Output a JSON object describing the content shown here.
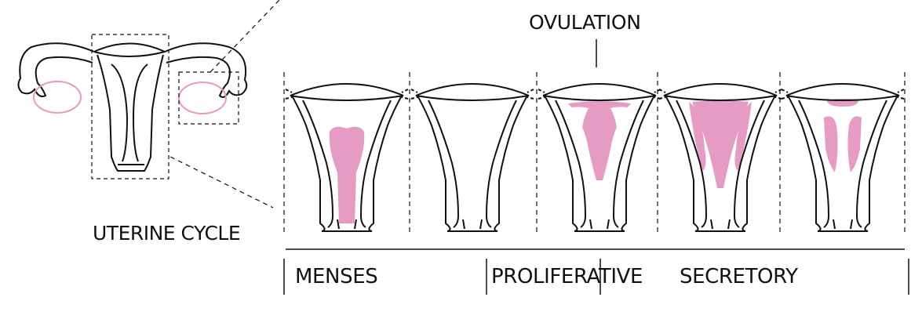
{
  "title": "UTERINE CYCLE",
  "ovulation_label": "OVULATION",
  "phases": {
    "menses": "MENSES",
    "proliferative": "PROLIFERATIVE",
    "secretory": "SECRETORY"
  },
  "colors": {
    "stroke": "#111111",
    "endometrium": "#e59bc4"
  }
}
